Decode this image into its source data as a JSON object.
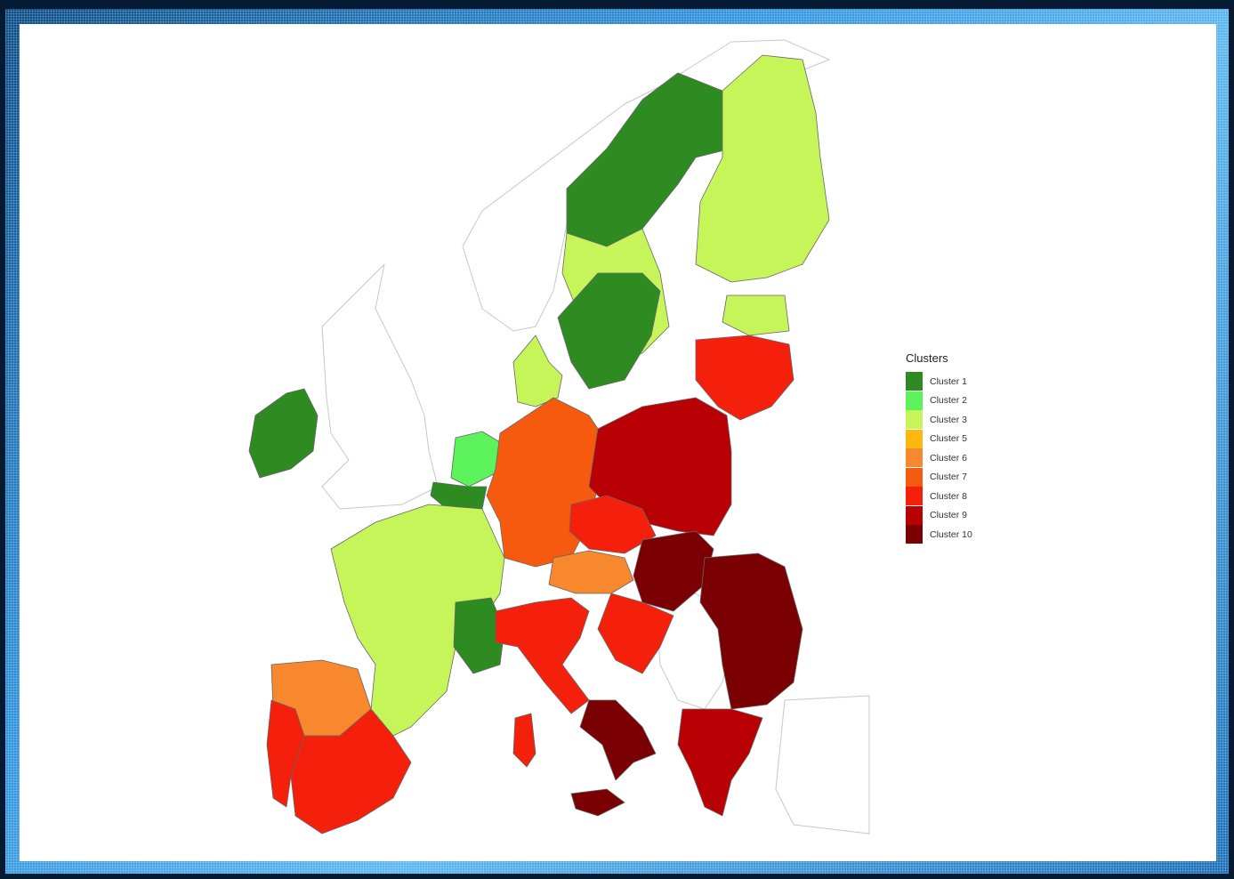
{
  "legend": {
    "title": "Clusters",
    "items": [
      {
        "label": "Cluster 1",
        "color": "#2e8b22"
      },
      {
        "label": "Cluster 2",
        "color": "#5cf25c"
      },
      {
        "label": "Cluster 3",
        "color": "#c6f55a"
      },
      {
        "label": "Cluster 5",
        "color": "#fbb810"
      },
      {
        "label": "Cluster 6",
        "color": "#f7882d"
      },
      {
        "label": "Cluster 7",
        "color": "#f55a0f"
      },
      {
        "label": "Cluster 8",
        "color": "#f5200c"
      },
      {
        "label": "Cluster 9",
        "color": "#b80005"
      },
      {
        "label": "Cluster 10",
        "color": "#7a0004"
      }
    ]
  },
  "regions": [
    {
      "name": "sweden-north",
      "cluster": "Cluster 1"
    },
    {
      "name": "sweden-south",
      "cluster": "Cluster 1"
    },
    {
      "name": "finland",
      "cluster": "Cluster 3"
    },
    {
      "name": "sweden-middle",
      "cluster": "Cluster 3"
    },
    {
      "name": "ireland",
      "cluster": "Cluster 1"
    },
    {
      "name": "denmark",
      "cluster": "Cluster 3"
    },
    {
      "name": "estonia",
      "cluster": "Cluster 3"
    },
    {
      "name": "latvia-lithuania",
      "cluster": "Cluster 8"
    },
    {
      "name": "netherlands",
      "cluster": "Cluster 2"
    },
    {
      "name": "belgium",
      "cluster": "Cluster 1"
    },
    {
      "name": "germany",
      "cluster": "Cluster 7"
    },
    {
      "name": "poland",
      "cluster": "Cluster 9"
    },
    {
      "name": "czechia",
      "cluster": "Cluster 8"
    },
    {
      "name": "slovakia-hungary",
      "cluster": "Cluster 10"
    },
    {
      "name": "romania-bulgaria",
      "cluster": "Cluster 10"
    },
    {
      "name": "france",
      "cluster": "Cluster 3"
    },
    {
      "name": "france-rhone-alpes",
      "cluster": "Cluster 1"
    },
    {
      "name": "austria",
      "cluster": "Cluster 6"
    },
    {
      "name": "slovenia-croatia",
      "cluster": "Cluster 8"
    },
    {
      "name": "italy-north",
      "cluster": "Cluster 8"
    },
    {
      "name": "italy-south",
      "cluster": "Cluster 10"
    },
    {
      "name": "spain",
      "cluster": "Cluster 8"
    },
    {
      "name": "spain-north",
      "cluster": "Cluster 6"
    },
    {
      "name": "portugal",
      "cluster": "Cluster 8"
    },
    {
      "name": "greece",
      "cluster": "Cluster 9"
    },
    {
      "name": "sardinia",
      "cluster": "Cluster 8"
    },
    {
      "name": "sicily",
      "cluster": "Cluster 10"
    }
  ]
}
